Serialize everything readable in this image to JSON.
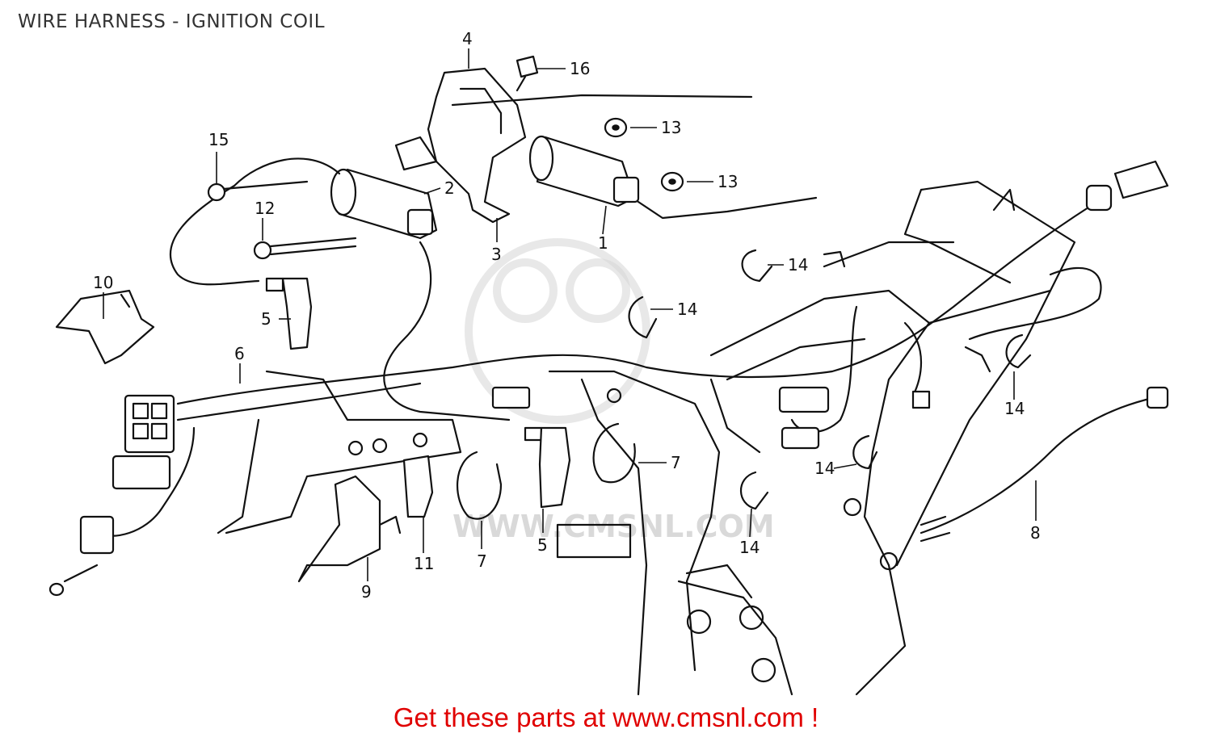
{
  "header": {
    "title": "WIRE HARNESS - IGNITION COIL"
  },
  "watermark": {
    "text": "WWW.CMSNL.COM"
  },
  "callouts": {
    "c1": "1",
    "c2": "2",
    "c3": "3",
    "c4": "4",
    "c5a": "5",
    "c5b": "5",
    "c6": "6",
    "c7a": "7",
    "c7b": "7",
    "c8": "8",
    "c9": "9",
    "c10": "10",
    "c11": "11",
    "c12": "12",
    "c13a": "13",
    "c13b": "13",
    "c14a": "14",
    "c14b": "14",
    "c14c": "14",
    "c14d": "14",
    "c14e": "14",
    "c15": "15",
    "c16": "16"
  },
  "footer": {
    "text": "Get these parts at www.cmsnl.com !"
  }
}
